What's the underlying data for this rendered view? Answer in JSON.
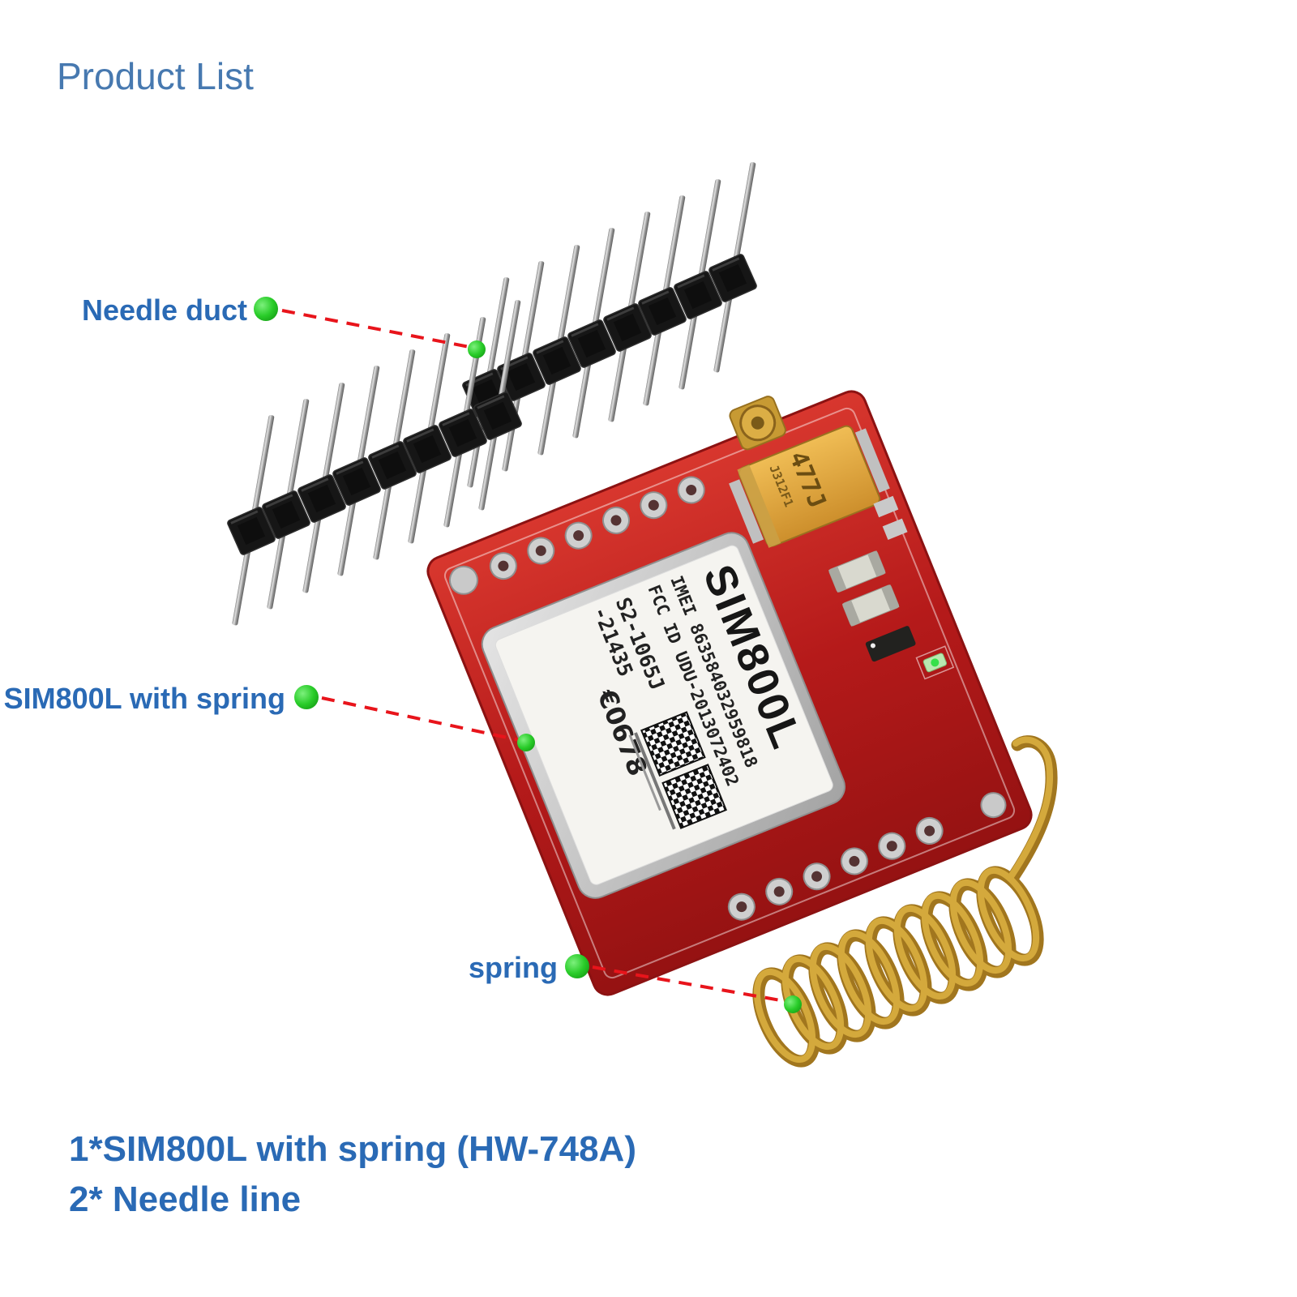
{
  "page": {
    "title": "Product List"
  },
  "callouts": [
    {
      "label": "Needle duct"
    },
    {
      "label": "SIM800L with spring"
    },
    {
      "label": "spring"
    }
  ],
  "board_markings": {
    "module_name": "SIM800L",
    "imei_line": "IMEI 863584032959818",
    "fcc_line": "FCC ID UDU-2013072402",
    "model_line1": "S2-1065J",
    "model_line2": "-21435",
    "ce_line": "€0678",
    "capacitor_line1": "477J",
    "capacitor_line2": "J312F1"
  },
  "product_list_items": [
    "1*SIM800L with spring (HW-748A)",
    "2* Needle line"
  ],
  "colors": {
    "label_blue": "#2a6ab5",
    "title_blue": "#4779b0",
    "leader_red": "#e8141b",
    "callout_green": "#29cc29",
    "pcb_red": "#b51a1a",
    "spring_gold": "#d4a93c"
  }
}
